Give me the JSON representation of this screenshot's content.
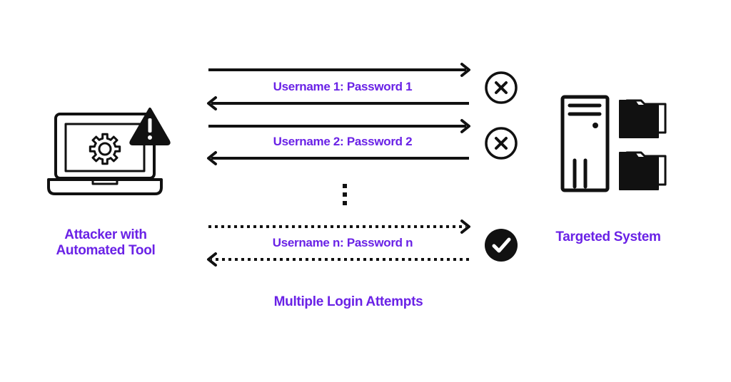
{
  "attacker": {
    "label_line1": "Attacker with",
    "label_line2": "Automated Tool",
    "laptop_icon": "laptop-icon",
    "gear_icon": "gear-icon",
    "warning_icon": "warning-triangle-icon"
  },
  "target": {
    "label": "Targeted System",
    "server_icon": "server-tower-icon",
    "folder_icon": "folder-icon"
  },
  "attempts": [
    {
      "label": "Username 1: Password 1",
      "result": "failure",
      "result_icon": "x-circle-icon",
      "line_style": "solid"
    },
    {
      "label": "Username 2: Password 2",
      "result": "failure",
      "result_icon": "x-circle-icon",
      "line_style": "solid"
    },
    {
      "label": "Username n: Password n",
      "result": "success",
      "result_icon": "check-circle-icon",
      "line_style": "dotted"
    }
  ],
  "caption": "Multiple Login Attempts",
  "colors": {
    "accent": "#6a22e6",
    "ink": "#111111",
    "background": "#ffffff"
  }
}
